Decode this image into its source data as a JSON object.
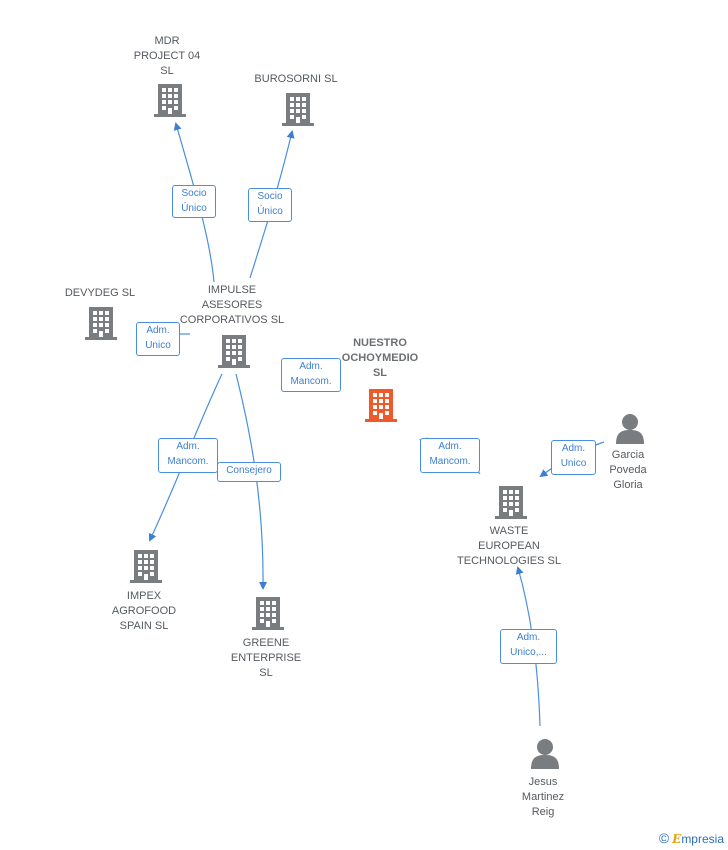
{
  "nodes": {
    "mdr": {
      "label": "MDR\nPROJECT 04\nSL",
      "icon": "building-icon"
    },
    "burosorni": {
      "label": "BUROSORNI SL",
      "icon": "building-icon"
    },
    "devydeg": {
      "label": "DEVYDEG  SL",
      "icon": "building-icon"
    },
    "impulse": {
      "label": "IMPULSE\nASESORES\nCORPORATIVOS SL",
      "icon": "building-icon"
    },
    "nuestro": {
      "label": "NUESTRO\nOCHOYMEDIO\nSL",
      "icon": "building-icon",
      "color": "#f0592a"
    },
    "garcia": {
      "label": "Garcia\nPoveda\nGloria",
      "icon": "person-icon"
    },
    "waste": {
      "label": "WASTE\nEUROPEAN\nTECHNOLOGIES SL",
      "icon": "building-icon"
    },
    "impex": {
      "label": "IMPEX\nAGROFOOD\nSPAIN  SL",
      "icon": "building-icon"
    },
    "greene": {
      "label": "GREENE\nENTERPRISE\nSL",
      "icon": "building-icon"
    },
    "jesus": {
      "label": "Jesus\nMartinez\nReig",
      "icon": "person-icon"
    }
  },
  "edges": {
    "impulse_mdr": "Socio\nÚnico",
    "impulse_burosorni": "Socio\nÚnico",
    "devydeg_impulse": "Adm.\nUnico",
    "nuestro_adm": "Adm.\nMancom.",
    "impulse_impex": "Adm.\nMancom.",
    "impulse_greene": "Consejero",
    "waste_nuestro": "Adm.\nMancom.",
    "garcia_waste": "Adm.\nUnico",
    "jesus_waste": "Adm.\nUnico,..."
  },
  "colors": {
    "edge": "#4a8fdf",
    "node": "#7a7d80",
    "focal": "#f0592a"
  },
  "brand": {
    "copyright": "©",
    "name_initial": "E",
    "name_rest": "mpresia"
  }
}
